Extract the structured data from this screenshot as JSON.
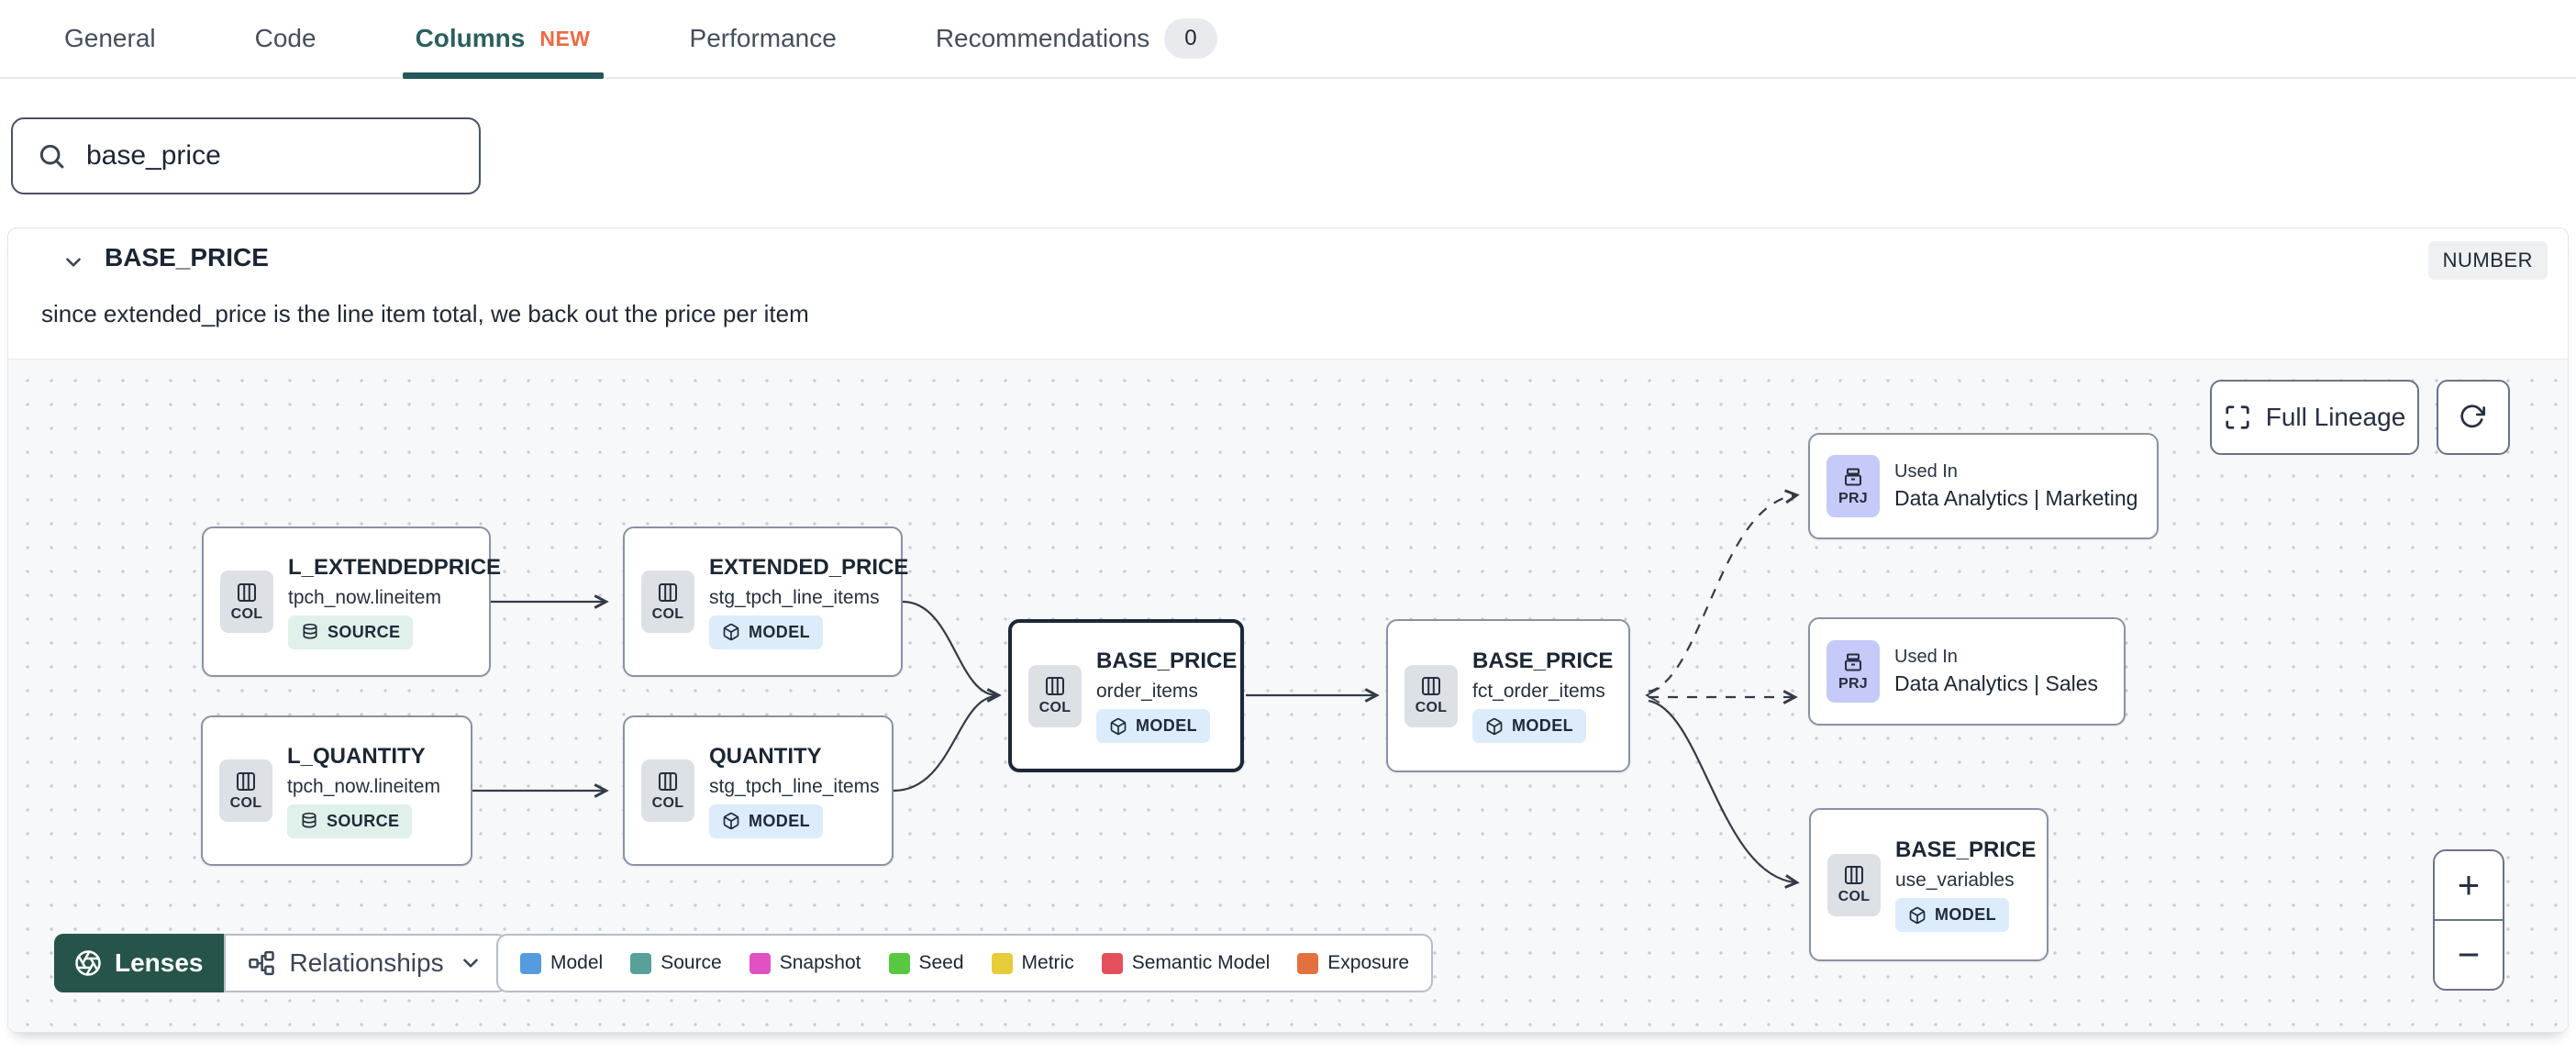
{
  "tabs": {
    "items": [
      {
        "label": "General",
        "active": false
      },
      {
        "label": "Code",
        "active": false
      },
      {
        "label": "Columns",
        "active": true,
        "badge": "NEW"
      },
      {
        "label": "Performance",
        "active": false
      },
      {
        "label": "Recommendations",
        "active": false,
        "count": "0"
      }
    ]
  },
  "search": {
    "value": "base_price"
  },
  "column": {
    "name": "BASE_PRICE",
    "type": "NUMBER",
    "description": "since extended_price is the line item total, we back out the price per item"
  },
  "lineage": {
    "full_lineage_label": "Full Lineage",
    "lenses_label": "Lenses",
    "relationships_label": "Relationships",
    "zoom_in_label": "+",
    "zoom_out_label": "−",
    "nodes": [
      {
        "title": "L_EXTENDEDPRICE",
        "subtitle": "tpch_now.lineitem",
        "kind": "COL",
        "tag": "SOURCE"
      },
      {
        "title": "EXTENDED_PRICE",
        "subtitle": "stg_tpch_line_items",
        "kind": "COL",
        "tag": "MODEL"
      },
      {
        "title": "L_QUANTITY",
        "subtitle": "tpch_now.lineitem",
        "kind": "COL",
        "tag": "SOURCE"
      },
      {
        "title": "QUANTITY",
        "subtitle": "stg_tpch_line_items",
        "kind": "COL",
        "tag": "MODEL"
      },
      {
        "title": "BASE_PRICE",
        "subtitle": "order_items",
        "kind": "COL",
        "tag": "MODEL",
        "selected": true
      },
      {
        "title": "BASE_PRICE",
        "subtitle": "fct_order_items",
        "kind": "COL",
        "tag": "MODEL"
      },
      {
        "title": "Used In",
        "subtitle": "Data Analytics | Marketing",
        "kind": "PRJ"
      },
      {
        "title": "Used In",
        "subtitle": "Data Analytics | Sales",
        "kind": "PRJ"
      },
      {
        "title": "BASE_PRICE",
        "subtitle": "use_variables",
        "kind": "COL",
        "tag": "MODEL"
      }
    ],
    "legend": [
      {
        "label": "Model",
        "color": "#549BDF"
      },
      {
        "label": "Source",
        "color": "#58A098"
      },
      {
        "label": "Snapshot",
        "color": "#E051C4"
      },
      {
        "label": "Seed",
        "color": "#57C83F"
      },
      {
        "label": "Metric",
        "color": "#E7CC3A"
      },
      {
        "label": "Semantic Model",
        "color": "#E44F5E"
      },
      {
        "label": "Exposure",
        "color": "#E2713D"
      }
    ]
  },
  "colors": {
    "active_tab": "#2b5f5f",
    "new_badge": "#ed6a45",
    "lenses_button": "#27544a",
    "canvas_background": "#f7f8fa"
  },
  "icons": {
    "search": "magnifier",
    "chevron": "chevron-down",
    "column": "table-columns",
    "source": "database-cylinder",
    "model": "cube-package",
    "project": "archive-box",
    "full_lineage": "expand-corners",
    "refresh": "circular-arrow",
    "lenses": "aperture",
    "relationships": "node-graph",
    "zoom_in": "plus",
    "zoom_out": "minus"
  }
}
